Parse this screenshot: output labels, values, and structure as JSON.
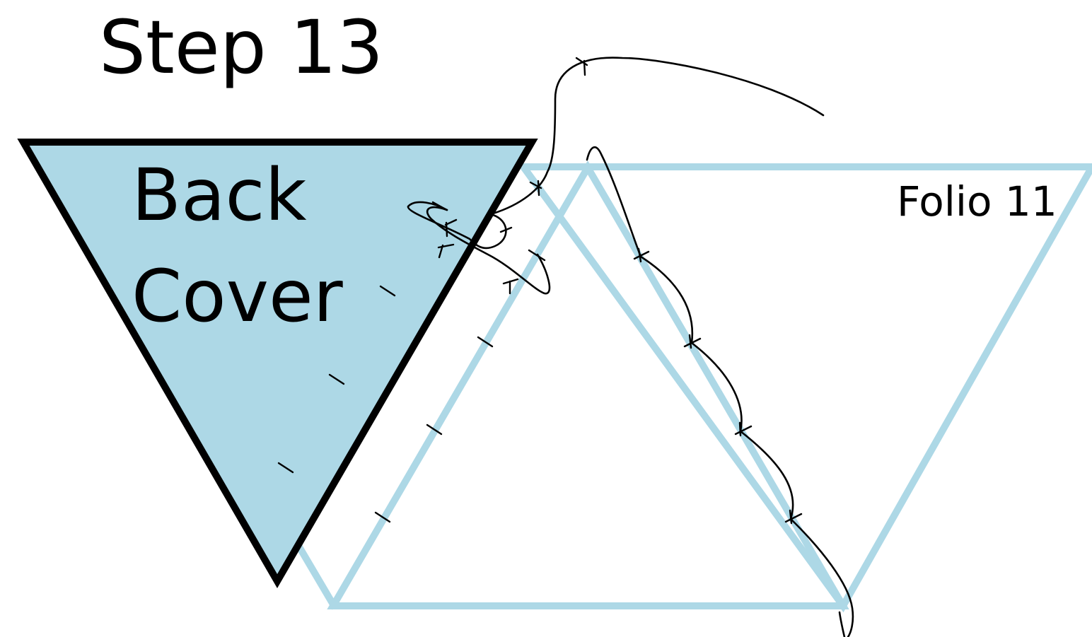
{
  "title": "Step 13",
  "back_cover": {
    "label_line1": "Back",
    "label_line2": "Cover"
  },
  "folio": {
    "label": "Folio 11"
  },
  "colors": {
    "cover_fill": "#add8e6",
    "folio_outline": "#add8e6",
    "outline": "#000000",
    "thread": "#000000",
    "background": "#ffffff"
  }
}
